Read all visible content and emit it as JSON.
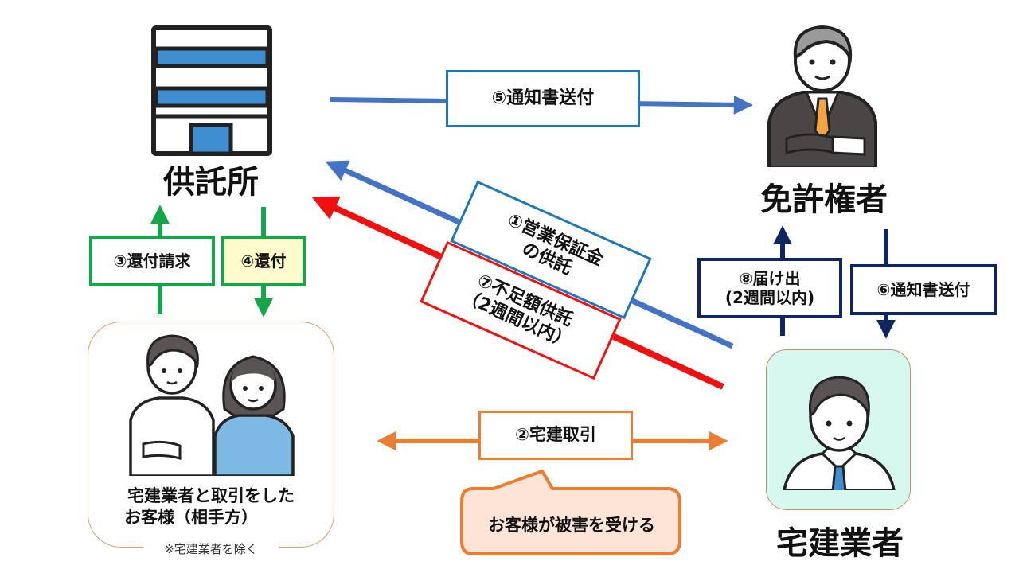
{
  "colors": {
    "blue_arrow": "#4472C4",
    "blue_box": "#1F77B8",
    "red": "#F01010",
    "green": "#12A84A",
    "navy": "#0F2660",
    "orange": "#ED7D31",
    "yellow_fill": "#FFFBCC",
    "peach_fill": "#FCE4D6",
    "mint_fill": "#D6F8EE",
    "building_blue": "#3E8ED0"
  },
  "nodes": {
    "deposit_office": {
      "label": "供託所",
      "icon": "building-icon"
    },
    "licensing_authority": {
      "label": "免許権者",
      "icon": "official-person-icon"
    },
    "customers": {
      "label_line1": "宅建業者と取引をした",
      "label_line2": "お客様（相手方）",
      "note": "※宅建業者を除く",
      "icon": "couple-icon"
    },
    "real_estate_agent": {
      "label": "宅建業者",
      "icon": "businessman-icon"
    }
  },
  "steps": {
    "s1": {
      "line1": "①営業保証金",
      "line2": "の供託"
    },
    "s2": {
      "label": "②宅建取引"
    },
    "s3": {
      "label": "③還付請求"
    },
    "s4": {
      "label": "④還付"
    },
    "s5": {
      "label": "⑤通知書送付"
    },
    "s6": {
      "label": "⑥通知書送付"
    },
    "s7": {
      "line1": "⑦不足額供託",
      "line2": "（2週間以内）"
    },
    "s8": {
      "line1": "⑧届け出",
      "line2": "(2週間以内)"
    }
  },
  "callout": {
    "label": "お客様が被害を受ける"
  }
}
